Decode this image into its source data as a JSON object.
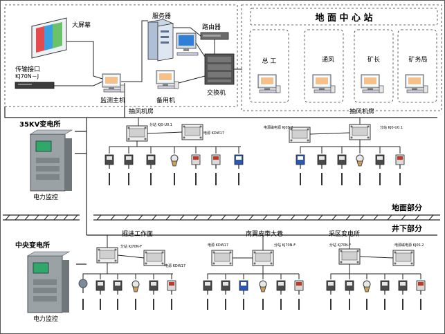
{
  "top": {
    "big_screen": "大屏幕",
    "transfer_interface": "传输接口",
    "transfer_model": "KJ70N－J",
    "server": "服务器",
    "router": "路由器",
    "monitor_host": "监测主机",
    "backup_pc": "备用机",
    "switch": "交换机"
  },
  "ground_center": {
    "title": "地 面 中 心 站",
    "stations": [
      "总 工",
      "通风",
      "矿长",
      "矿务局"
    ]
  },
  "substation_35kv": {
    "title": "35KV变电所",
    "label": "电力监控"
  },
  "fan_rooms": {
    "left": "抽风机房",
    "right": "抽风机房",
    "left_substation": "分站 KJ0-U0.1",
    "left_power": "电源 KDW17",
    "right_power": "电源磁电源 KJ0S.2",
    "right_substation": "分站 KJ0-U0.1"
  },
  "surface_part": "地面部分",
  "underground_part": "井下部分",
  "central_substation": {
    "title": "中央变电所",
    "label": "电力监控"
  },
  "underground": {
    "heading_face": "掘进工作面",
    "belt_roadway": "南翼皮带大巷",
    "mining_substation": "采区变电所",
    "sub_a": "分站 KJ70N-F",
    "power_a": "电源 KDW17",
    "power_b": "电源 KDW17",
    "sub_b": "分站 KJ70N-F",
    "sub_c": "分站 KJ70N-F",
    "power_c": "电源磁电源 KJ0S.2"
  },
  "colors": {
    "line": "#222222",
    "dash": "#333333",
    "cabinet": "#8a9296",
    "cabinet_dark": "#5d6569",
    "screen_green": "#2fa86a",
    "node_fill": "#f2f2f2",
    "tv_blue": "#1e4fb0"
  }
}
